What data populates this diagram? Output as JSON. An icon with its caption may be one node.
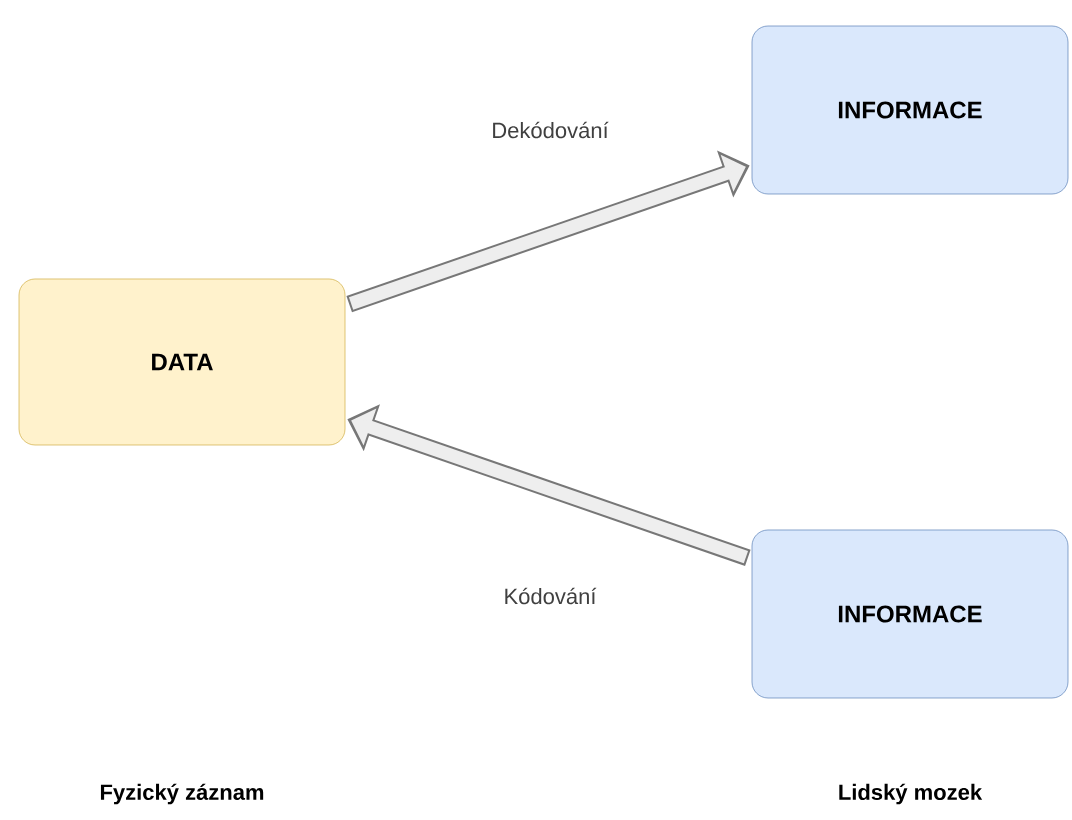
{
  "diagram": {
    "nodes": [
      {
        "text": [
          "DATA"
        ]
      },
      {
        "text": [
          "INFORMACE"
        ]
      },
      {
        "text": [
          "INFORMACE"
        ]
      }
    ],
    "edges": [
      {
        "from": 0,
        "to": 1,
        "arrow": "to",
        "label": "Dekódování"
      },
      {
        "from": 2,
        "to": 0,
        "arrow": "to",
        "label": "Kódování"
      }
    ],
    "labels": [
      "Fyzický záznam",
      "Lidský mozek"
    ]
  }
}
